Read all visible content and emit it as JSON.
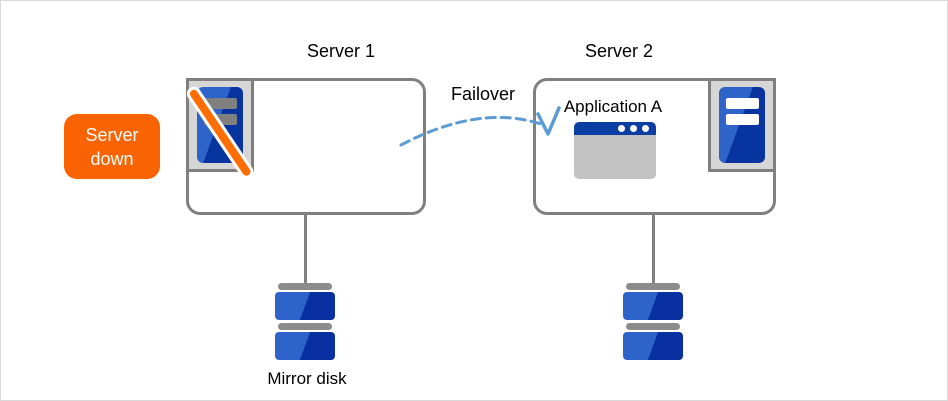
{
  "diagram": {
    "server1": {
      "label": "Server 1",
      "status": "down",
      "badge": {
        "line1": "Server",
        "line2": "down"
      },
      "disk_label": "Mirror disk"
    },
    "server2": {
      "label": "Server 2",
      "application_label": "Application A"
    },
    "failover_label": "Failover"
  },
  "icons": {
    "server1_icon": "server-tower-down-icon",
    "server2_icon": "server-tower-icon",
    "application_icon": "application-window-icon",
    "disk_icon": "disk-stack-icon",
    "arrow_icon": "dashed-curved-arrow-icon"
  },
  "colors": {
    "badge_orange": "#F96302",
    "slash_orange": "#FF6D00",
    "server_blue_light": "#2E63C9",
    "server_blue_dark": "#0834A0",
    "disk_blue_light": "#2E63C9",
    "disk_blue_dark": "#0830A0",
    "app_titlebar_blue": "#0B3EA3",
    "app_body_gray": "#C2C2C2",
    "box_border_gray": "#808080",
    "icon_bg_gray": "#D6D6D6",
    "arrow_blue": "#5B9BD5",
    "cap_gray": "#8C8C8C"
  }
}
